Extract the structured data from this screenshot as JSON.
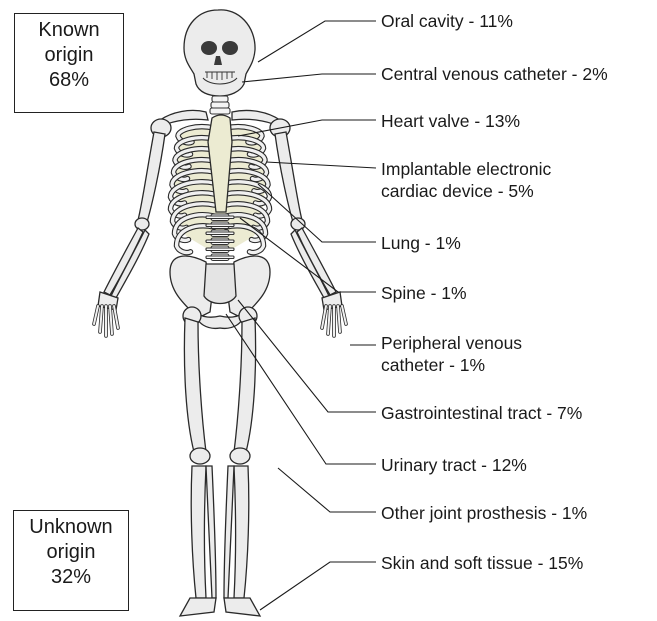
{
  "colors": {
    "bone": "#ececec",
    "cartilage": "#ecebd2",
    "outline": "#2a2a2a",
    "text": "#1a1a1a"
  },
  "known_origin": {
    "line1": "Known",
    "line2": "origin",
    "percent": "68%"
  },
  "unknown_origin": {
    "line1": "Unknown",
    "line2": "origin",
    "percent": "32%"
  },
  "sources": [
    {
      "label": "Oral cavity - 11%"
    },
    {
      "label": "Central venous catheter - 2%"
    },
    {
      "label": "Heart valve - 13%"
    },
    {
      "label": "Implantable electronic",
      "label2": "cardiac device - 5%"
    },
    {
      "label": "Lung - 1%"
    },
    {
      "label": "Spine - 1%"
    },
    {
      "label": "Peripheral venous",
      "label2": "catheter - 1%"
    },
    {
      "label": "Gastrointestinal tract - 7%"
    },
    {
      "label": "Urinary tract - 12%"
    },
    {
      "label": "Other joint prosthesis - 1%"
    },
    {
      "label": "Skin and soft tissue - 15%"
    }
  ]
}
